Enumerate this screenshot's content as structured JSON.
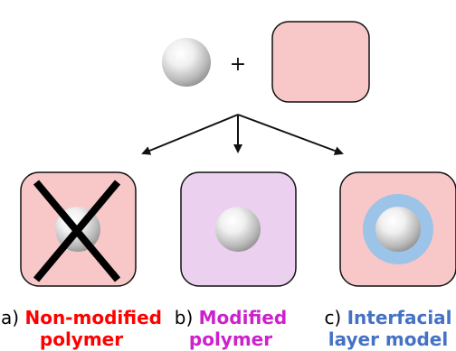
{
  "plus_sign": "+",
  "colors": {
    "matrix_pink": "#f8c8c8",
    "modified_purple": "#ecd0f0",
    "interfacial_ring": "#9cc3e8",
    "outline": "#111111",
    "label_red": "#ff0000",
    "label_magenta": "#cc22cc",
    "label_blue": "#4472c4"
  },
  "models": [
    {
      "letter": "a)",
      "name_line1": "Non-modified",
      "name_line2": "polymer",
      "fill": "matrix_pink",
      "label_color": "label_red",
      "crossed_out": true,
      "has_interfacial_ring": false
    },
    {
      "letter": "b)",
      "name_line1": "Modified",
      "name_line2": "polymer",
      "fill": "modified_purple",
      "label_color": "label_magenta",
      "crossed_out": false,
      "has_interfacial_ring": false
    },
    {
      "letter": "c)",
      "name_line1": "Interfacial",
      "name_line2": "layer model",
      "fill": "matrix_pink",
      "label_color": "label_blue",
      "crossed_out": false,
      "has_interfacial_ring": true
    }
  ]
}
